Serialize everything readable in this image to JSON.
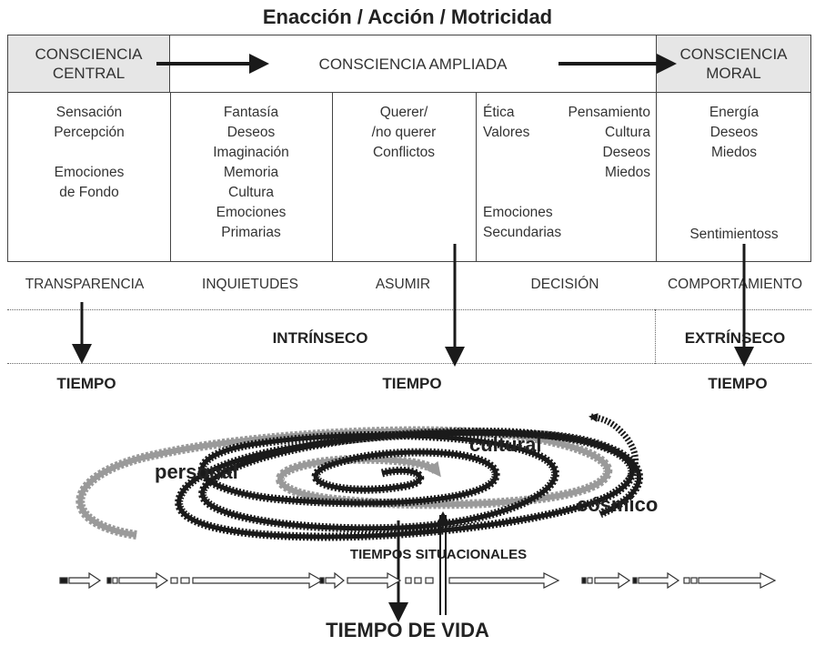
{
  "title": "Enacción / Acción / Motricidad",
  "header": {
    "left": "CONSCIENCIA\nCENTRAL",
    "middle": "CONSCIENCIA AMPLIADA",
    "right": "CONSCIENCIA\nMORAL"
  },
  "cells": {
    "c1_top": "Sensación\nPercepción",
    "c1_bottom": "Emociones\nde Fondo",
    "c2": "Fantasía\nDeseos\nImaginación\nMemoria\nCultura\nEmociones\nPrimarias",
    "c3": "Querer/\n/no querer\nConflictos",
    "c4_left_top": "Ética\nValores",
    "c4_right": "Pensamiento\nCultura\nDeseos\nMiedos",
    "c4_left_bottom": "Emociones\nSecundarias",
    "c5_top": "Energía\nDeseos\nMiedos",
    "c5_bottom": "Sentimientoss"
  },
  "stages": [
    "TRANSPARENCIA",
    "INQUIETUDES",
    "ASUMIR",
    "DECISIÓN",
    "COMPORTAMIENTO"
  ],
  "band": {
    "intrinsic": "INTRÍNSECO",
    "extrinsic": "EXTRÍNSECO"
  },
  "tiempo": [
    "TIEMPO",
    "TIEMPO",
    "TIEMPO"
  ],
  "spiral_labels": {
    "personal": "personal",
    "cultural": "cultural",
    "cosmic": "cósmico"
  },
  "situational": "TIEMPOS SITUACIONALES",
  "life": "TIEMPO DE VIDA",
  "colors": {
    "header_bg": "#e6e6e6",
    "black_spiral": "#1a1a1a",
    "gray_spiral": "#9a9a9a",
    "border": "#444444"
  }
}
